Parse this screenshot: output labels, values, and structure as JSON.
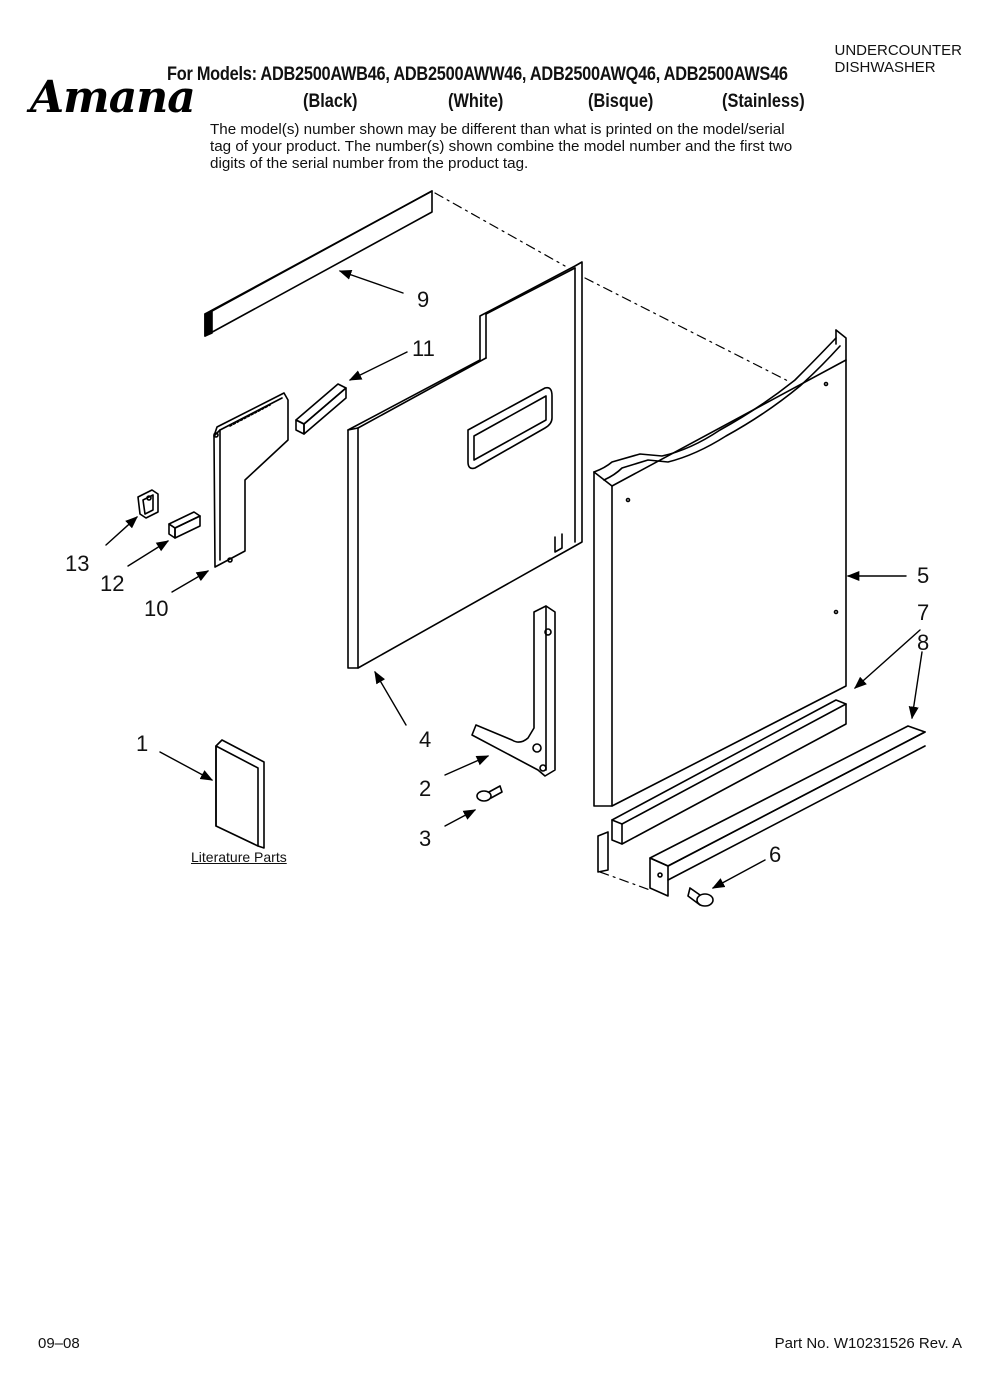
{
  "header": {
    "brand": "Amana",
    "models_line": "For Models: ADB2500AWB46, ADB2500AWW46, ADB2500AWQ46, ADB2500AWS46",
    "variants": [
      "(Black)",
      "(White)",
      "(Bisque)",
      "(Stainless)"
    ],
    "product_type_line1": "UNDERCOUNTER",
    "product_type_line2": "DISHWASHER",
    "note": "The model(s) number shown may be different than what is printed on the model/serial tag of your product. The number(s) shown combine the model number and the first two digits of the serial number from the product tag."
  },
  "callouts": {
    "c1": "1",
    "c2": "2",
    "c3": "3",
    "c4": "4",
    "c5": "5",
    "c6": "6",
    "c7": "7",
    "c8": "8",
    "c9": "9",
    "c10": "10",
    "c11": "11",
    "c12": "12",
    "c13": "13"
  },
  "literature_label": "Literature Parts",
  "footer": {
    "date_code": "09–08",
    "part_number": "Part No. W10231526 Rev. A"
  }
}
